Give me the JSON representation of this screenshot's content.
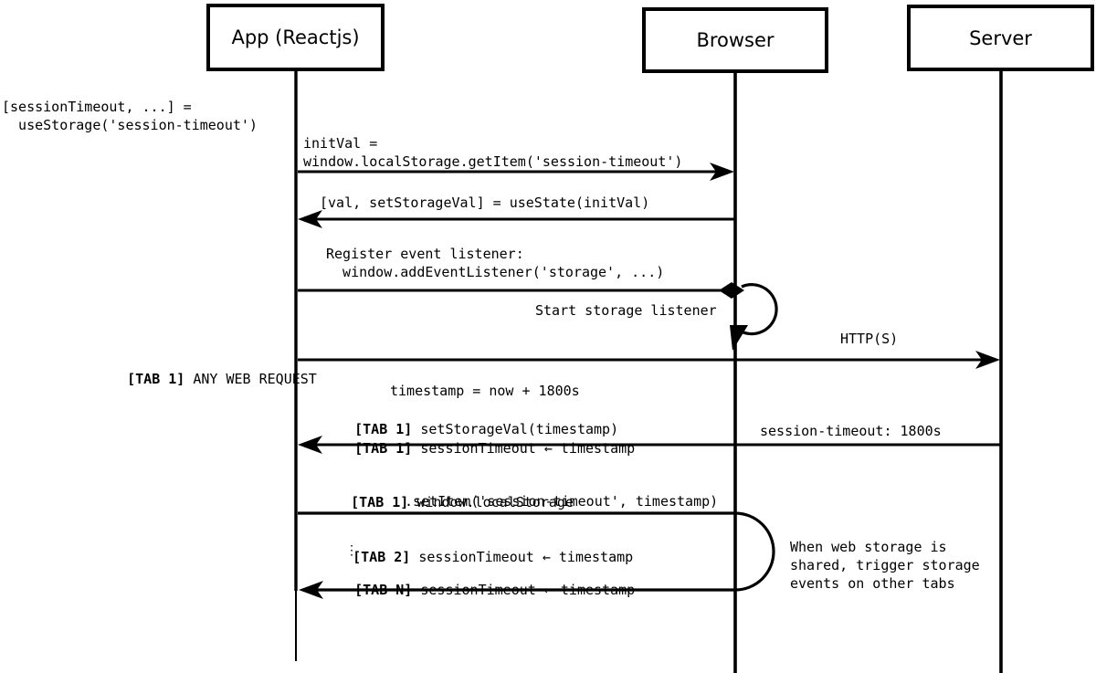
{
  "diagram": {
    "title_hint": "sequence diagram: useStorage session-timeout flow",
    "actors": {
      "app": "App (Reactjs)",
      "browser": "Browser",
      "server": "Server"
    },
    "notes": {
      "use_storage": "[sessionTimeout, ...] =\n  useStorage('session-timeout')",
      "storage_shared": "When web storage is\nshared, trigger storage\nevents on other tabs"
    },
    "messages": {
      "init_val": {
        "text": "initVal =\nwindow.localStorage.getItem('session-timeout')"
      },
      "use_state": {
        "text": "[val, setStorageVal] = useState(initVal)"
      },
      "register_listener": {
        "text": "Register event listener:\n  window.addEventListener('storage', ...)"
      },
      "start_listener": {
        "text": "Start storage listener"
      },
      "any_web_request": {
        "tag": "[TAB 1]",
        "text": " ANY WEB REQUEST"
      },
      "http": {
        "text": "HTTP(S)"
      },
      "timestamp_calc": {
        "text": "timestamp = now + 1800s"
      },
      "set_storage_val": {
        "tag": "[TAB 1]",
        "text": " setStorageVal(timestamp)"
      },
      "session_timeout_tab1": {
        "tag": "[TAB 1]",
        "text": " sessionTimeout ← timestamp"
      },
      "session_timeout_response": {
        "text": "session-timeout: 1800s"
      },
      "set_item_line1": {
        "tag": "[TAB 1]",
        "text": " window.localStorage"
      },
      "set_item_line2": {
        "text": ".setItem('session-timeout', timestamp)"
      },
      "session_timeout_tab2": {
        "tag": "[TAB 2]",
        "text": " sessionTimeout ← timestamp"
      },
      "ellipsis": {
        "text": "⋮"
      },
      "session_timeout_tabn": {
        "tag": "[TAB N]",
        "text": " sessionTimeout ← timestamp"
      }
    }
  }
}
